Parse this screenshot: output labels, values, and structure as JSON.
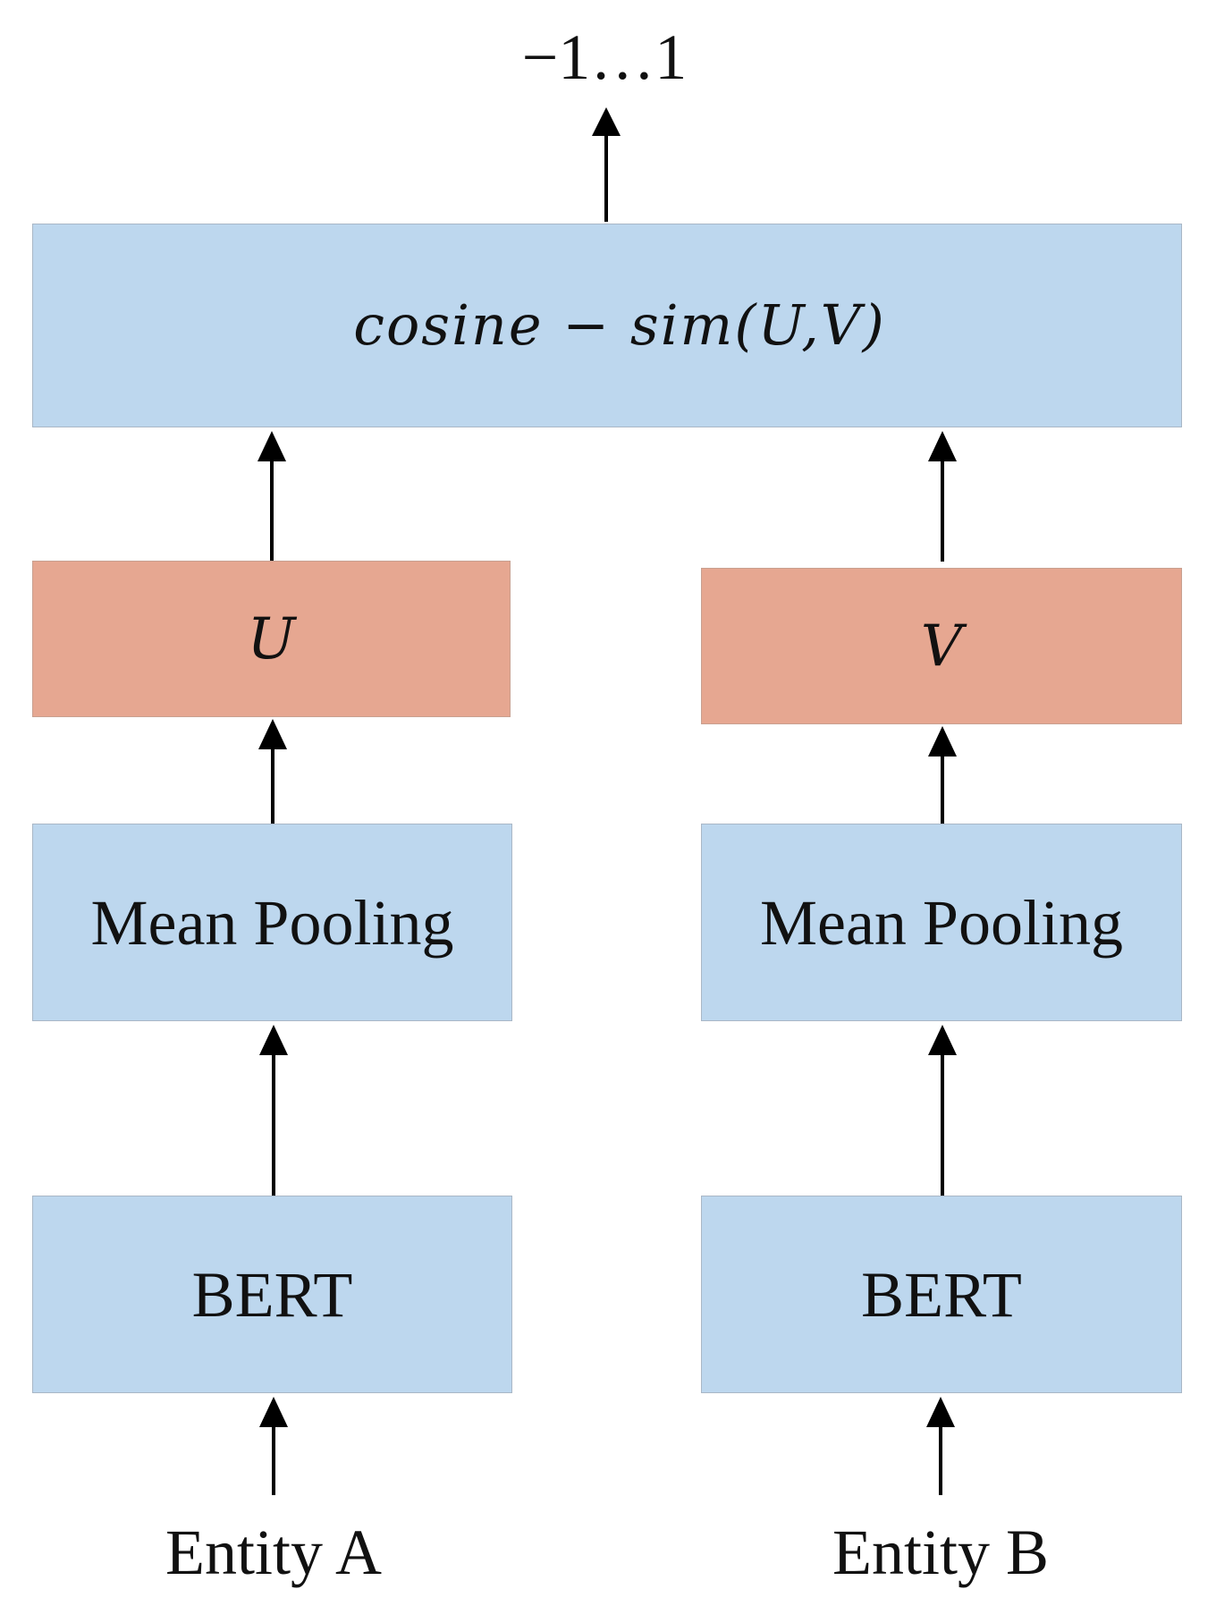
{
  "diagram": {
    "output_label": "−1…1",
    "similarity_label": "cosine − sim(U,V)",
    "left": {
      "embedding_label": "U",
      "pooling_label": "Mean Pooling",
      "encoder_label": "BERT",
      "input_label": "Entity A"
    },
    "right": {
      "embedding_label": "V",
      "pooling_label": "Mean Pooling",
      "encoder_label": "BERT",
      "input_label": "Entity B"
    }
  }
}
